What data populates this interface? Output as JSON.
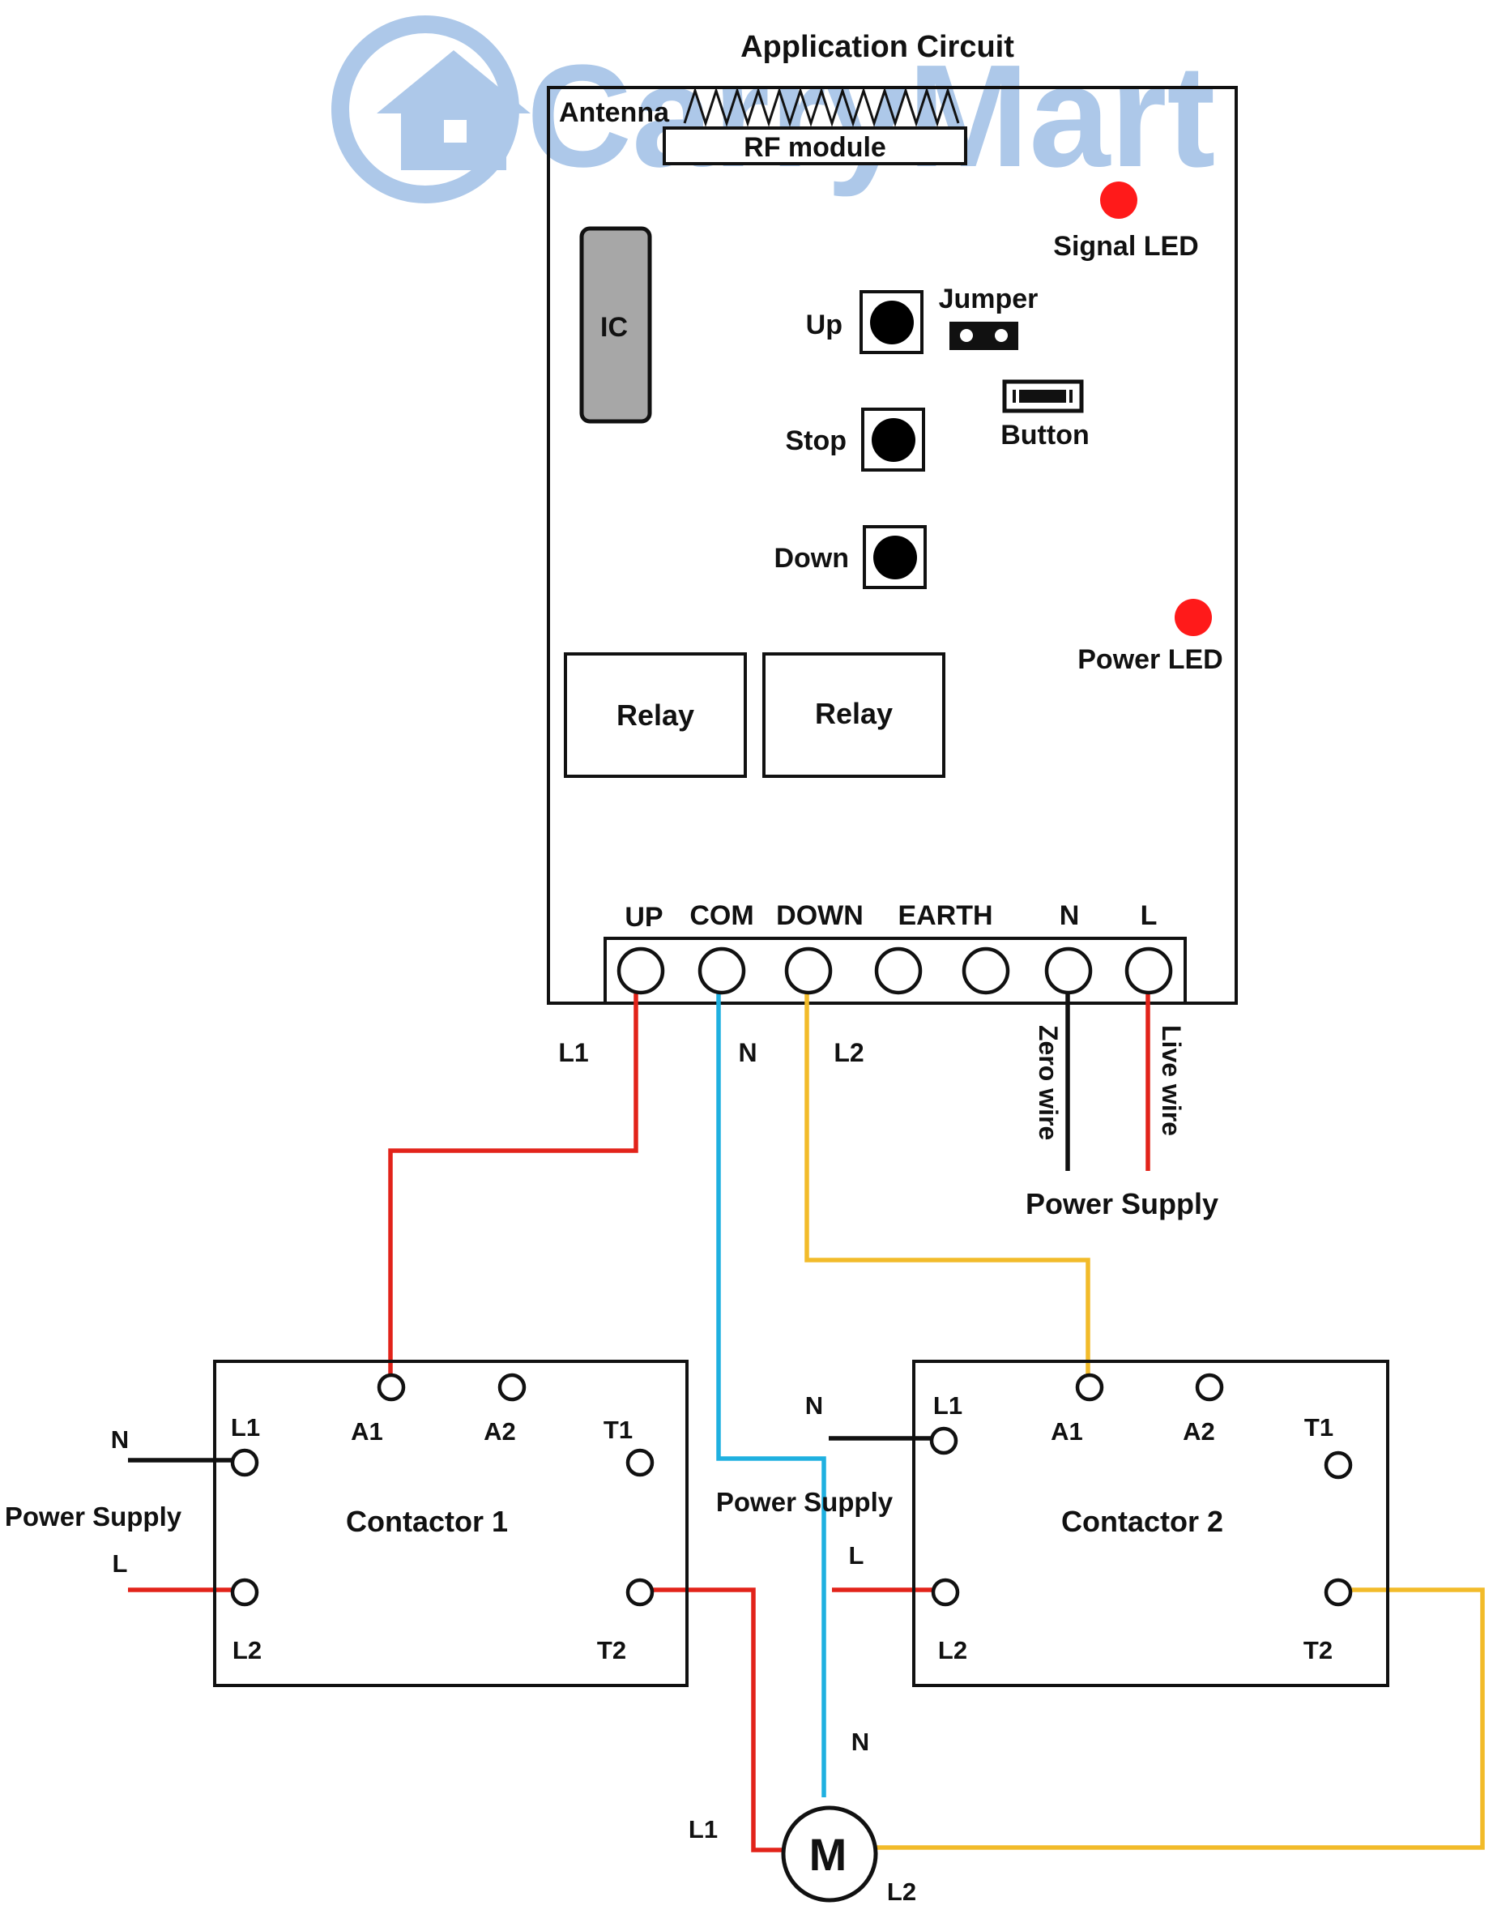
{
  "title": "Application Circuit",
  "watermark": "CarryMart",
  "colors": {
    "red": "#e2231a",
    "blue": "#1fb0e0",
    "yellow": "#f2bb2a",
    "black": "#111111",
    "led": "#ff1a1a",
    "ic_fill": "#a7a7a7",
    "watermark": "#a9c6e8"
  },
  "board": {
    "antenna": "Antenna",
    "rf_module": "RF module",
    "signal_led": "Signal LED",
    "ic": "IC",
    "up": "Up",
    "stop": "Stop",
    "down": "Down",
    "jumper": "Jumper",
    "button": "Button",
    "power_led": "Power LED",
    "relay_1": "Relay",
    "relay_2": "Relay"
  },
  "terminals": {
    "up": "UP",
    "com": "COM",
    "down": "DOWN",
    "earth": "EARTH",
    "n": "N",
    "l": "L"
  },
  "wires": {
    "l1": "L1",
    "n": "N",
    "l2": "L2",
    "zero_wire": "Zero wire",
    "live_wire": "Live wire",
    "power_supply": "Power Supply"
  },
  "contactor_1": {
    "name": "Contactor 1",
    "l1": "L1",
    "a1": "A1",
    "a2": "A2",
    "t1": "T1",
    "l2": "L2",
    "t2": "T2",
    "supply_n": "N",
    "supply_label": "Power Supply",
    "supply_l": "L"
  },
  "contactor_2": {
    "name": "Contactor 2",
    "l1": "L1",
    "a1": "A1",
    "a2": "A2",
    "t1": "T1",
    "l2": "L2",
    "t2": "T2",
    "supply_n": "N",
    "supply_label": "Power Supply",
    "supply_l": "L"
  },
  "motor": {
    "symbol": "M",
    "n": "N",
    "l1": "L1",
    "l2": "L2"
  }
}
